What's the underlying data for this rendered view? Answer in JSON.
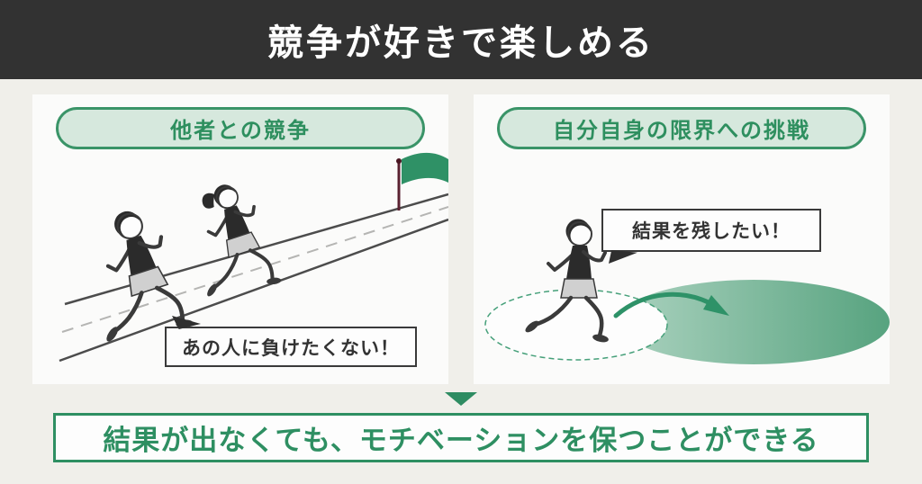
{
  "header": {
    "title": "競争が好きで楽しめる"
  },
  "panels": {
    "left": {
      "label": "他者との競争",
      "bubble": "あの人に負けたくない！",
      "illustration": "two-runners-racing-uphill-toward-goal-flag"
    },
    "right": {
      "label": "自分自身の限界への挑戦",
      "bubble": "結果を残したい！",
      "illustration": "runner-expanding-beyond-own-limit-zone"
    }
  },
  "conclusion": {
    "text": "結果が出なくても、モチベーションを保つことができる"
  },
  "icons": {
    "down_arrow": "down-triangle-icon",
    "goal_flag": "green-flag-icon",
    "expand_arrow": "curved-right-arrow-icon"
  },
  "colors": {
    "page_bg": "#f0efea",
    "header_bg": "#323232",
    "header_text": "#ffffff",
    "panel_bg": "#fbfbfa",
    "pill_bg": "#d6e8dd",
    "pill_border": "#3a9468",
    "accent_green": "#2e8f62",
    "bubble_border": "#3a3a3a",
    "flag_green": "#2f9166",
    "ellipse_green_light": "#abd2bf",
    "ellipse_green_dark": "#57a37f"
  }
}
